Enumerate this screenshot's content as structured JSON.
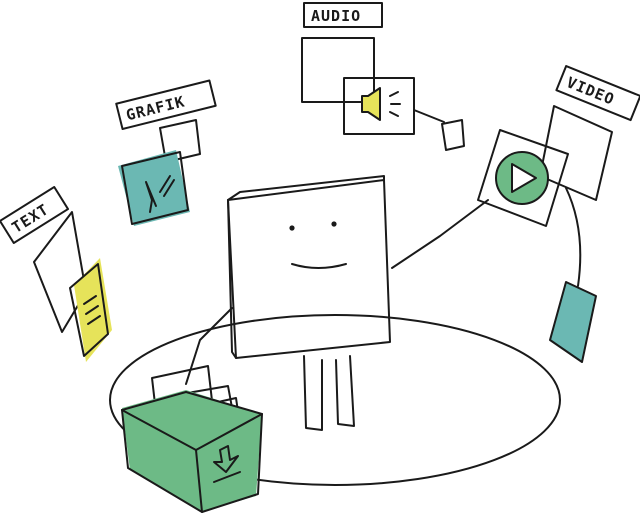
{
  "labels": {
    "text": "TEXT",
    "grafik": "GRAFIK",
    "audio": "AUDIO",
    "video": "VIDEO"
  },
  "colors": {
    "ink": "#1a1a1a",
    "paper": "#ffffff",
    "yellow": "#e6e35a",
    "teal": "#6bb8b3",
    "green": "#6dba86"
  },
  "icons": {
    "text_sheet": "document-icon",
    "grafik_sheet": "pencil-picture-icon",
    "audio_sheet": "speaker-icon",
    "video_sheet": "play-icon",
    "box": "download-box-icon"
  }
}
